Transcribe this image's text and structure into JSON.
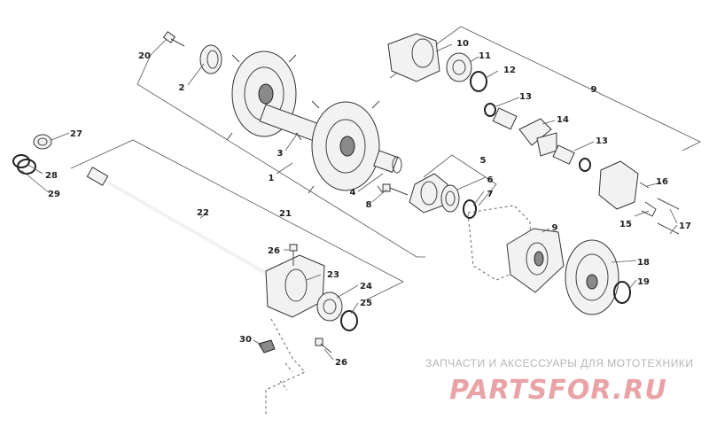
{
  "callouts": [
    {
      "id": "c1",
      "text": "1"
    },
    {
      "id": "c2",
      "text": "2"
    },
    {
      "id": "c3",
      "text": "3"
    },
    {
      "id": "c4",
      "text": "4"
    },
    {
      "id": "c5",
      "text": "5"
    },
    {
      "id": "c6",
      "text": "6"
    },
    {
      "id": "c7",
      "text": "7"
    },
    {
      "id": "c8",
      "text": "8"
    },
    {
      "id": "c9a",
      "text": "9"
    },
    {
      "id": "c9b",
      "text": "9"
    },
    {
      "id": "c10",
      "text": "10"
    },
    {
      "id": "c11",
      "text": "11"
    },
    {
      "id": "c12",
      "text": "12"
    },
    {
      "id": "c13a",
      "text": "13"
    },
    {
      "id": "c13b",
      "text": "13"
    },
    {
      "id": "c14",
      "text": "14"
    },
    {
      "id": "c15",
      "text": "15"
    },
    {
      "id": "c16",
      "text": "16"
    },
    {
      "id": "c17",
      "text": "17"
    },
    {
      "id": "c18",
      "text": "18"
    },
    {
      "id": "c19",
      "text": "19"
    },
    {
      "id": "c20",
      "text": "20"
    },
    {
      "id": "c21",
      "text": "21"
    },
    {
      "id": "c22",
      "text": "22"
    },
    {
      "id": "c23",
      "text": "23"
    },
    {
      "id": "c24",
      "text": "24"
    },
    {
      "id": "c25",
      "text": "25"
    },
    {
      "id": "c26a",
      "text": "26"
    },
    {
      "id": "c26b",
      "text": "26"
    },
    {
      "id": "c27",
      "text": "27"
    },
    {
      "id": "c28",
      "text": "28"
    },
    {
      "id": "c29",
      "text": "29"
    },
    {
      "id": "c30",
      "text": "30"
    }
  ],
  "watermark": {
    "caption": "ЗАПЧАСТИ И АКСЕССУАРЫ ДЛЯ МОТОТЕХНИКИ",
    "logo": "PARTSFOR.RU",
    "color": "#e9a3a6"
  }
}
